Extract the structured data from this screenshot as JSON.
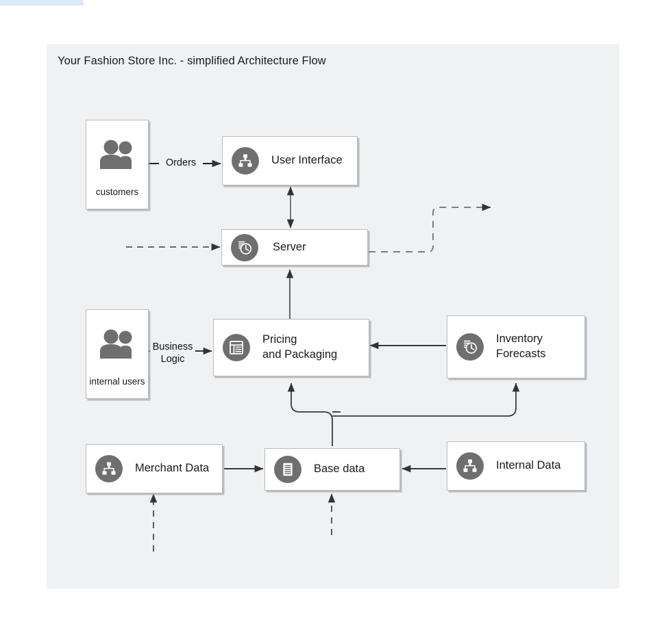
{
  "diagram": {
    "title": "Your Fashion Store Inc. - simplified Architecture Flow",
    "canvas_color": "#eff1f3",
    "node_fill": "#ffffff",
    "node_border": "#b9bcc0",
    "icon_color": "#6f6f6f",
    "edge_color": "#3a3a3a"
  },
  "actors": [
    {
      "id": "customers",
      "label": "customers",
      "icon": "people-icon"
    },
    {
      "id": "internal-users",
      "label": "internal users",
      "icon": "people-icon"
    }
  ],
  "nodes": [
    {
      "id": "user-interface",
      "label": "User Interface",
      "icon": "hierarchy-icon"
    },
    {
      "id": "server",
      "label": "Server",
      "icon": "clock-database-icon"
    },
    {
      "id": "pricing-and-packaging",
      "label": "Pricing\nand Packaging",
      "icon": "list-icon"
    },
    {
      "id": "inventory-forecasts",
      "label": "Inventory\nForecasts",
      "icon": "clock-database-icon"
    },
    {
      "id": "merchant-data",
      "label": "Merchant Data",
      "icon": "hierarchy-icon"
    },
    {
      "id": "base-data",
      "label": "Base data",
      "icon": "document-lines-icon"
    },
    {
      "id": "internal-data",
      "label": "Internal Data",
      "icon": "hierarchy-icon"
    }
  ],
  "edge_labels": [
    {
      "id": "orders",
      "text": "Orders"
    },
    {
      "id": "business-logic",
      "text": "Business\nLogic"
    }
  ],
  "edges": [
    {
      "id": "customers-to-user-interface",
      "from": "customers",
      "to": "user-interface",
      "label": "Orders",
      "style": "solid",
      "arrows": "end"
    },
    {
      "id": "user-interface-to-server",
      "from": "user-interface",
      "to": "server",
      "style": "solid",
      "arrows": "both"
    },
    {
      "id": "external-to-server",
      "from": "",
      "to": "server",
      "style": "dashed",
      "arrows": "end"
    },
    {
      "id": "server-to-external",
      "from": "server",
      "to": "",
      "style": "dashed",
      "arrows": "end"
    },
    {
      "id": "pricing-to-server",
      "from": "pricing-and-packaging",
      "to": "server",
      "style": "solid",
      "arrows": "end"
    },
    {
      "id": "internal-users-to-pricing",
      "from": "internal-users",
      "to": "pricing-and-packaging",
      "label": "Business Logic",
      "style": "solid",
      "arrows": "end"
    },
    {
      "id": "inventory-to-pricing",
      "from": "inventory-forecasts",
      "to": "pricing-and-packaging",
      "style": "solid",
      "arrows": "end"
    },
    {
      "id": "base-data-to-pricing",
      "from": "base-data",
      "to": "pricing-and-packaging",
      "style": "solid",
      "arrows": "end"
    },
    {
      "id": "base-data-to-inventory",
      "from": "base-data",
      "to": "inventory-forecasts",
      "style": "solid",
      "arrows": "end"
    },
    {
      "id": "merchant-data-to-base-data",
      "from": "merchant-data",
      "to": "base-data",
      "style": "solid",
      "arrows": "end"
    },
    {
      "id": "internal-data-to-base-data",
      "from": "internal-data",
      "to": "base-data",
      "style": "solid",
      "arrows": "end"
    },
    {
      "id": "external-to-merchant-data",
      "from": "",
      "to": "merchant-data",
      "style": "dashed",
      "arrows": "end"
    },
    {
      "id": "external-to-base-data",
      "from": "",
      "to": "base-data",
      "style": "dashed",
      "arrows": "end"
    }
  ]
}
